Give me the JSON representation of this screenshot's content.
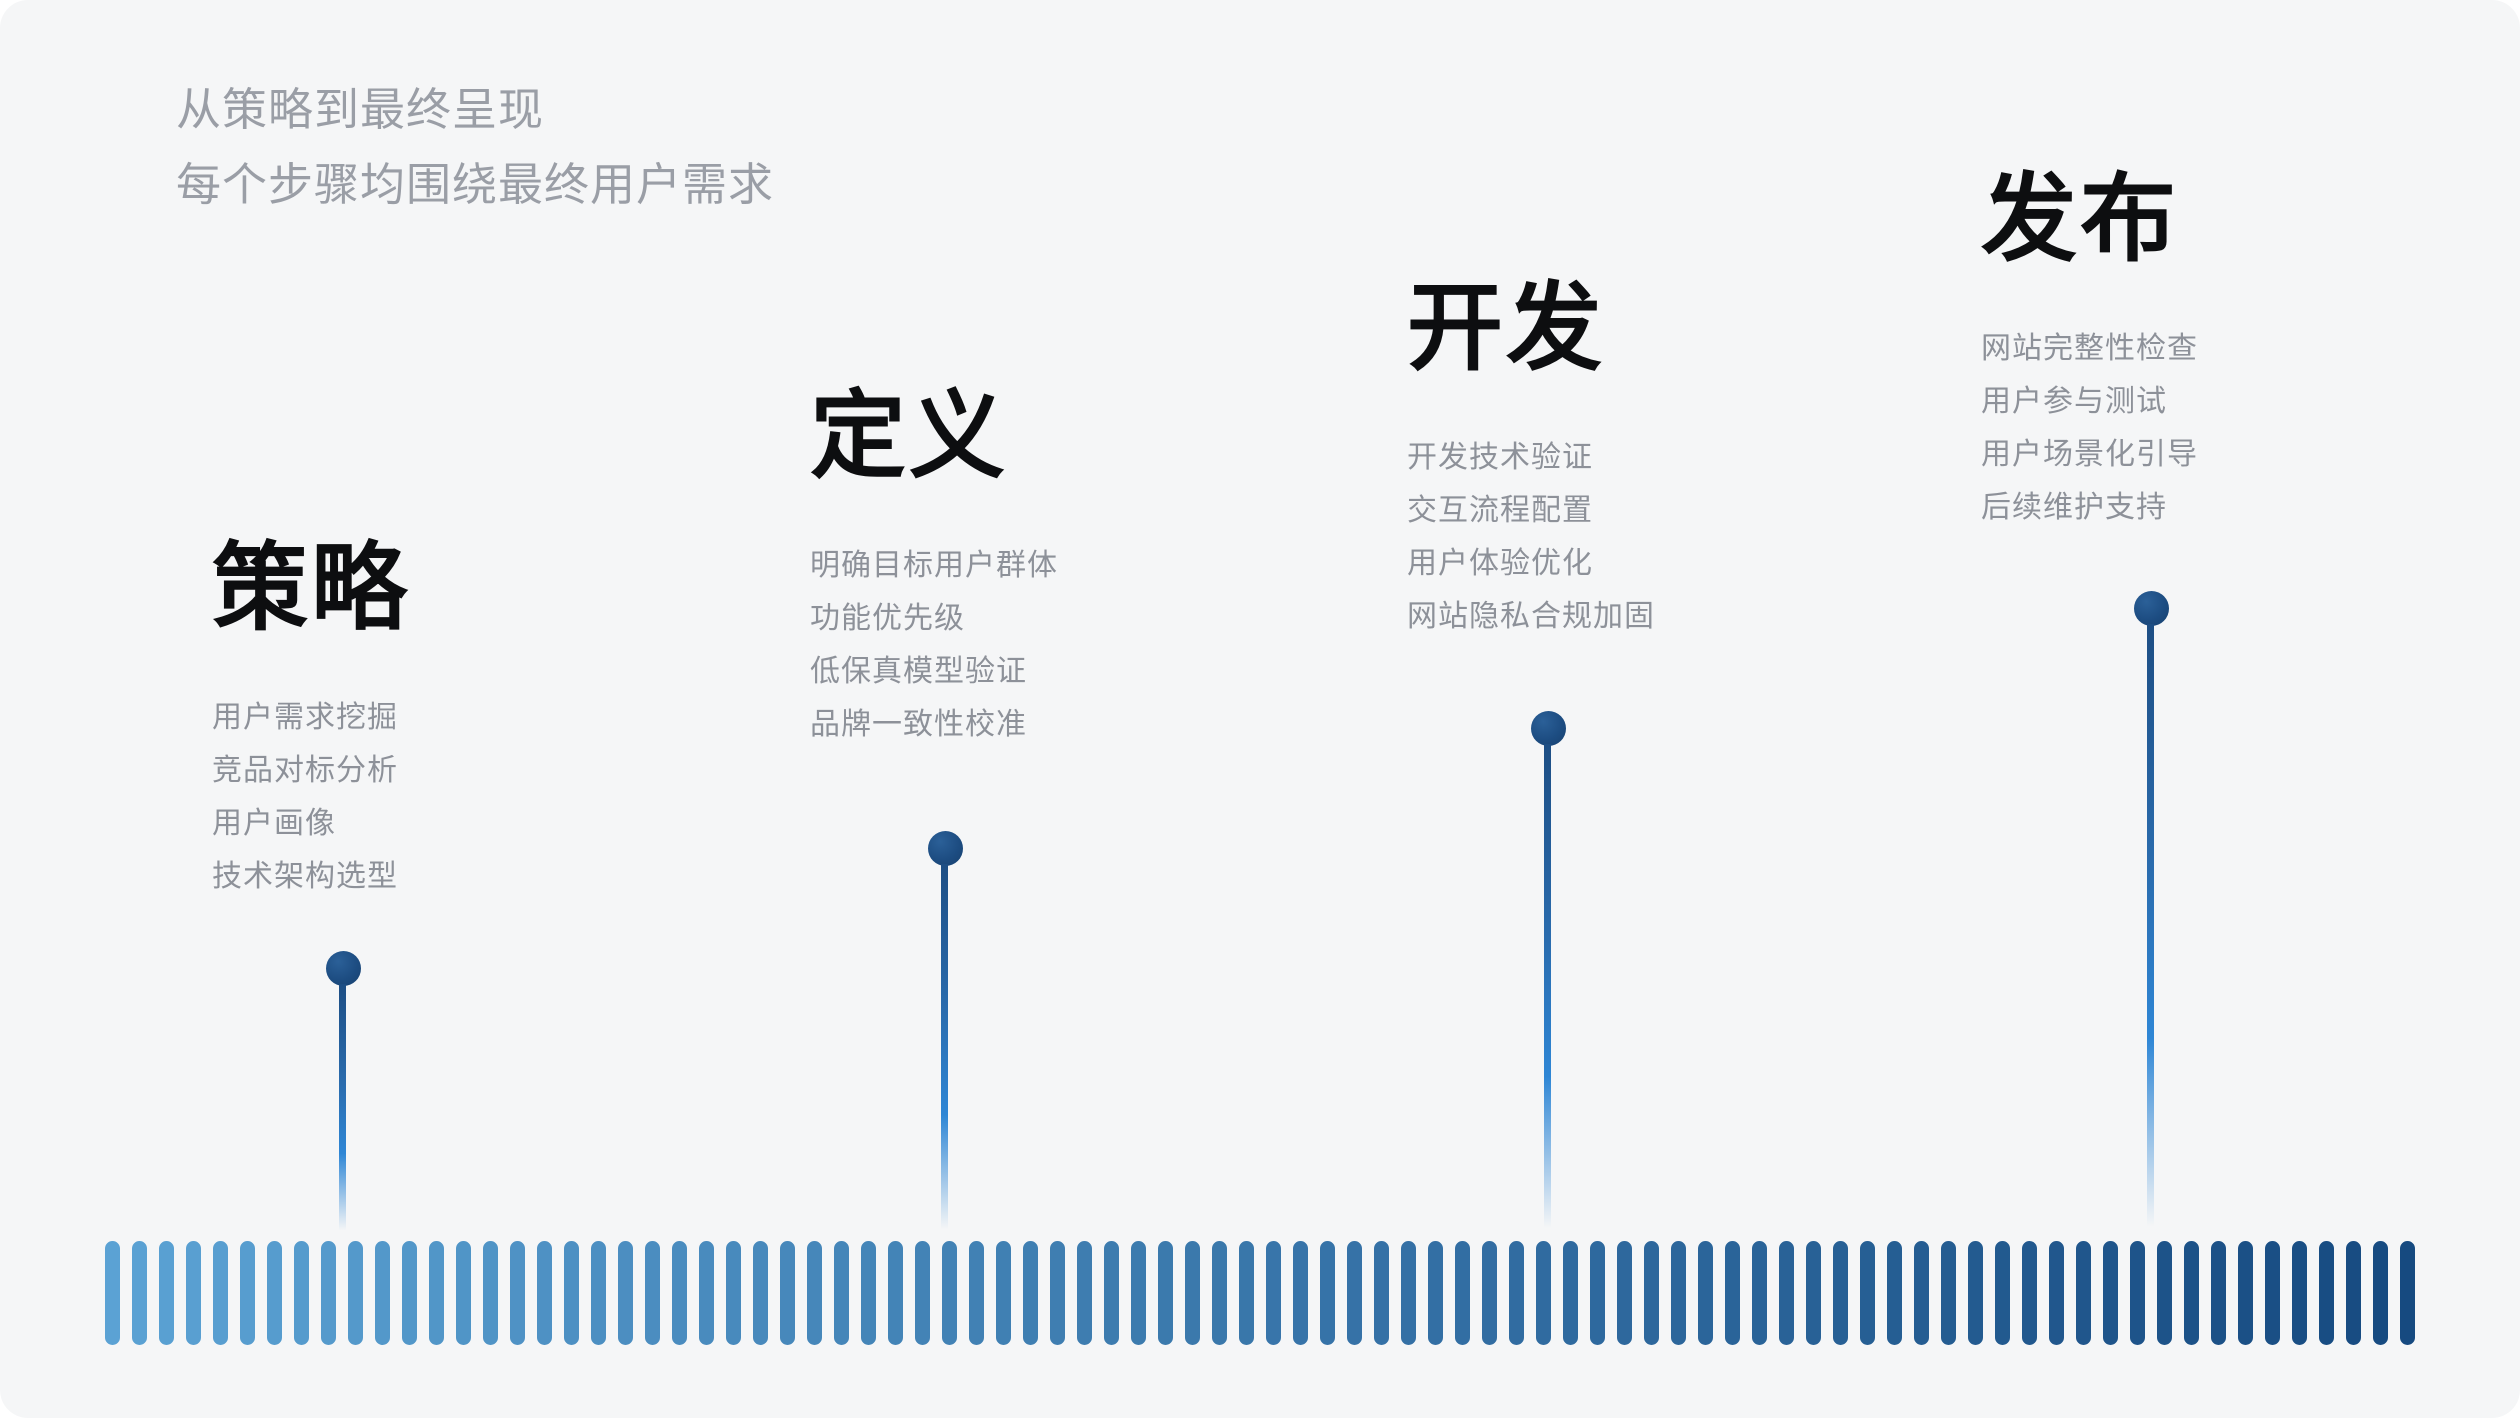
{
  "intro": {
    "line1": "从策略到最终呈现",
    "line2": "每个步骤均围绕最终用户需求"
  },
  "stages": [
    {
      "title": "策略",
      "items": [
        "用户需求挖掘",
        "竞品对标分析",
        "用户画像",
        "技术架构选型"
      ]
    },
    {
      "title": "定义",
      "items": [
        "明确目标用户群体",
        "功能优先级",
        "低保真模型验证",
        "品牌一致性校准"
      ]
    },
    {
      "title": "开发",
      "items": [
        "开发技术验证",
        "交互流程配置",
        "用户体验优化",
        "网站隐私合规加固"
      ]
    },
    {
      "title": "发布",
      "items": [
        "网站完整性检查",
        "用户参与测试",
        "用户场景化引导",
        "后续维护支持"
      ]
    }
  ],
  "timeline": {
    "bar_count": 86,
    "bar_color_start": "#5ba2d4",
    "bar_color_end": "#164a80",
    "marker_color": "#1d4d82",
    "stem_highlight_color": "#2e86d5",
    "background_color": "#f5f6f7"
  }
}
